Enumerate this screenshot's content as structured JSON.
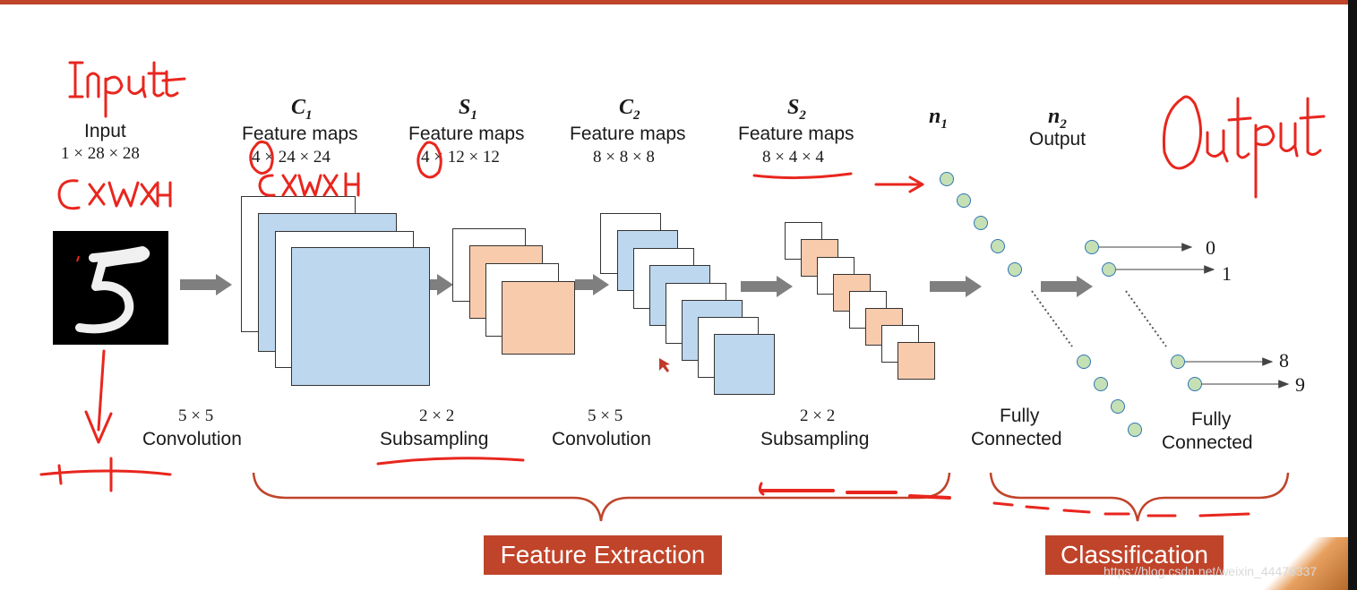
{
  "diagram": {
    "input": {
      "title": "Input",
      "dims": "1 × 28 × 28"
    },
    "layers": [
      {
        "symbol": "C",
        "sub": "1",
        "label": "Feature maps",
        "dims": "4 × 24 × 24"
      },
      {
        "symbol": "S",
        "sub": "1",
        "label": "Feature maps",
        "dims": "4 × 12 × 12"
      },
      {
        "symbol": "C",
        "sub": "2",
        "label": "Feature maps",
        "dims": "8 × 8 × 8"
      },
      {
        "symbol": "S",
        "sub": "2",
        "label": "Feature maps",
        "dims": "8 × 4 × 4"
      }
    ],
    "n1": {
      "symbol": "n",
      "sub": "1"
    },
    "n2": {
      "symbol": "n",
      "sub": "2",
      "label": "Output"
    },
    "ops": [
      {
        "size": "5 × 5",
        "name": "Convolution"
      },
      {
        "size": "2 × 2",
        "name": "Subsampling"
      },
      {
        "size": "5 × 5",
        "name": "Convolution"
      },
      {
        "size": "2 × 2",
        "name": "Subsampling"
      },
      {
        "size": "",
        "name": "Fully\nConnected"
      },
      {
        "size": "",
        "name": "Fully\nConnected"
      }
    ],
    "fc1_label": "Fully",
    "fc1_label2": "Connected",
    "fc2_label": "Fully",
    "fc2_label2": "Connected",
    "outputs": [
      "0",
      "1",
      "8",
      "9"
    ],
    "banners": {
      "feature_extraction": "Feature Extraction",
      "classification": "Classification"
    }
  },
  "annotations": {
    "input_word": "Input",
    "output_word": "Output",
    "cwh": "CXWXH",
    "cwh2": "CXWXH"
  },
  "watermark": "https://blog.csdn.net/weixin_44476337",
  "colors": {
    "banner": "#c0442a",
    "feature_map_blue": "#bdd7ee",
    "feature_map_orange": "#f8cbad",
    "neuron_fill": "#c5e0b4",
    "neuron_stroke": "#2e75b6",
    "arrow": "#7f7f7f",
    "ink": "#e8261e"
  }
}
